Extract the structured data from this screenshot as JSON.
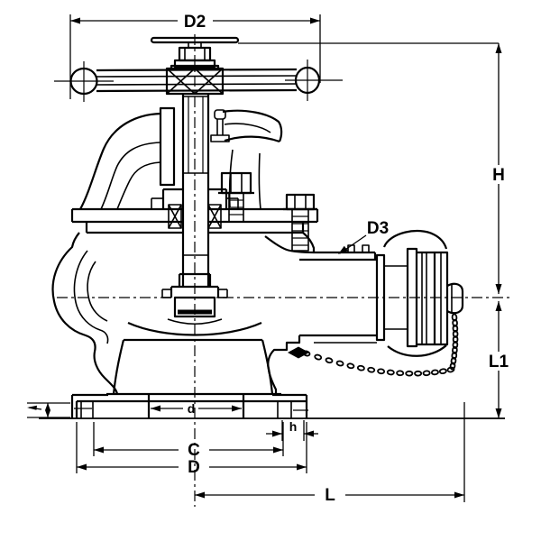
{
  "diagram": {
    "type": "technical-drawing",
    "subject": "angle fire-hose valve cross-section with capped instantaneous outlet coupling and chain",
    "background_color": "#ffffff",
    "line_color": "#000000",
    "dimensions": {
      "handwheel_diameter": "D2",
      "overall_height": "H",
      "outlet_detail": "D3",
      "centerline_to_base": "L1",
      "bolt_circle": "C",
      "flange_diameter": "D",
      "centerline_to_cap_end": "L",
      "bolt_hole": "h",
      "base_bore": "d"
    }
  }
}
